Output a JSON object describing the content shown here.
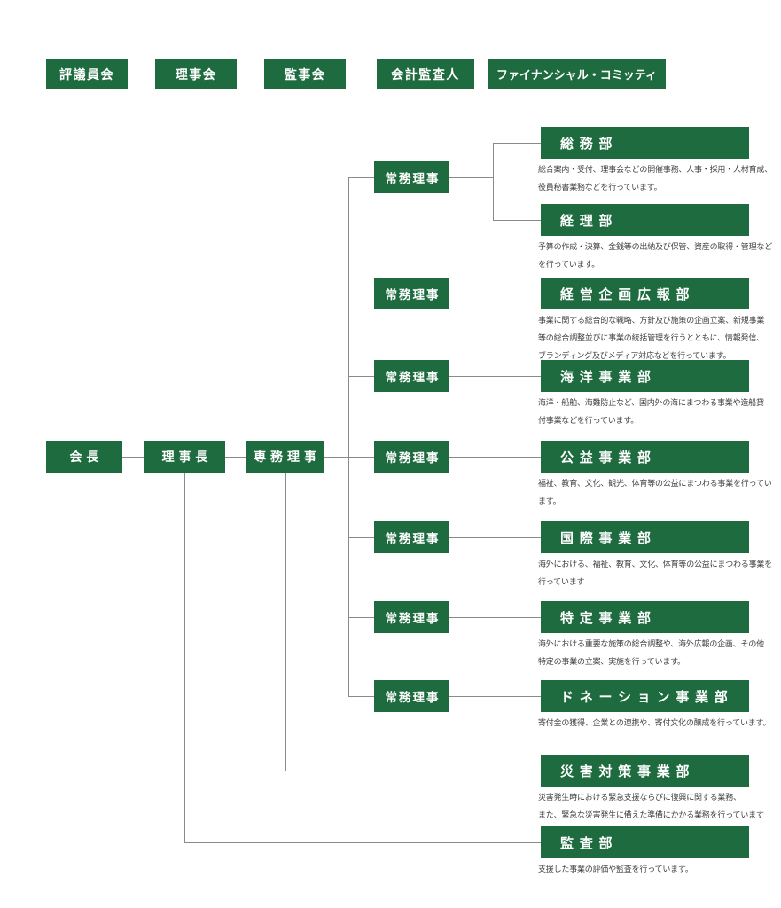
{
  "colors": {
    "box_green": "#1d6b3e",
    "line_gray": "#8a8a8a",
    "desc_text": "#3f3f3f",
    "box_text": "#ffffff"
  },
  "top_row": [
    {
      "label": "評議員会"
    },
    {
      "label": "理事会"
    },
    {
      "label": "監事会"
    },
    {
      "label": "会計監査人"
    },
    {
      "label": "ファイナンシャル・コミッティ"
    }
  ],
  "left_chain": {
    "chairman": "会長",
    "president": "理事長",
    "senior_executive_director": "専務理事"
  },
  "executives": {
    "label": "常務理事"
  },
  "departments": [
    {
      "name": "総務部",
      "desc": [
        "総合案内・受付、理事会などの開催事務、人事・採用・人材育成、",
        "役員秘書業務などを行っています。"
      ]
    },
    {
      "name": "経理部",
      "desc": [
        "予算の作成・決算、金銭等の出納及び保管、資産の取得・管理など",
        "を行っています。"
      ]
    },
    {
      "name": "経営企画広報部",
      "desc": [
        "事業に関する総合的な戦略、方針及び施策の企画立案、新規事業",
        "等の総合調整並びに事業の統括管理を行うとともに、情報発信、",
        "ブランディング及びメディア対応などを行っています。"
      ]
    },
    {
      "name": "海洋事業部",
      "desc": [
        "海洋・船舶、海難防止など、国内外の海にまつわる事業や造船貸",
        "付事業などを行っています。"
      ]
    },
    {
      "name": "公益事業部",
      "desc": [
        "福祉、教育、文化、観光、体育等の公益にまつわる事業を行ってい",
        "ます。"
      ]
    },
    {
      "name": "国際事業部",
      "desc": [
        "海外における、福祉、教育、文化、体育等の公益にまつわる事業を",
        "行っています"
      ]
    },
    {
      "name": "特定事業部",
      "desc": [
        "海外における重要な施策の総合調整や、海外広報の企画、その他",
        "特定の事業の立案、実施を行っています。"
      ]
    },
    {
      "name": "ドネーション事業部",
      "desc": [
        "寄付金の獲得、企業との連携や、寄付文化の醸成を行っています。"
      ]
    },
    {
      "name": "災害対策事業部",
      "desc": [
        "災害発生時における緊急支援ならびに復興に関する業務、",
        "また、緊急な災害発生に備えた準備にかかる業務を行っています"
      ]
    },
    {
      "name": "監査部",
      "desc": [
        "支援した事業の評価や監査を行っています。"
      ]
    }
  ]
}
